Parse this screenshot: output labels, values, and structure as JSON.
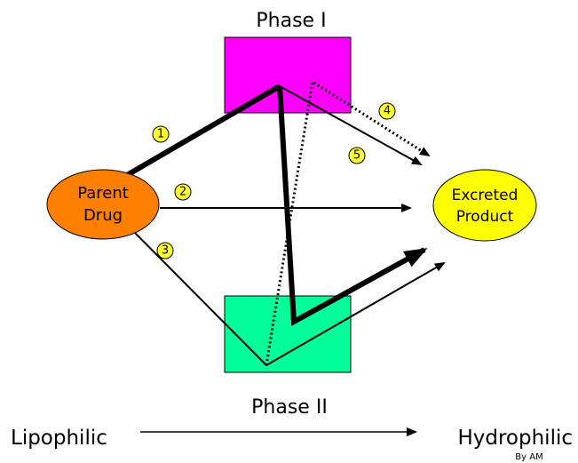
{
  "phase1": {
    "label": "Phase I",
    "color": "#ff00ff"
  },
  "phase2": {
    "label": "Phase II",
    "color": "#00ff99"
  },
  "parent_drug": {
    "line1": "Parent",
    "line2": "Drug",
    "color": "#ff8000"
  },
  "excreted_product": {
    "line1": "Excreted",
    "line2": "Product",
    "color": "#ffff00"
  },
  "routes": [
    "1",
    "2",
    "3",
    "4",
    "5"
  ],
  "scale": {
    "left": "Lipophilic",
    "right": "Hydrophilic"
  },
  "credit": "By AM"
}
